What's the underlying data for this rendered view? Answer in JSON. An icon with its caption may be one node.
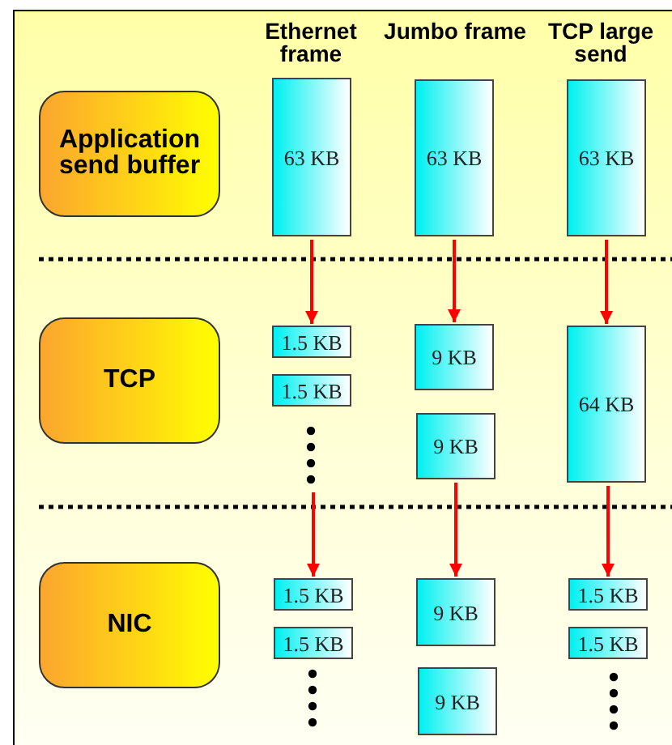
{
  "diagram": {
    "nodes": [
      {
        "text": [
          "Application send buffer"
        ]
      },
      {
        "text": [
          "63 KB"
        ]
      },
      {
        "text": [
          "63 KB"
        ]
      },
      {
        "text": [
          "63 KB"
        ]
      },
      {
        "text": [
          "TCP"
        ]
      },
      {
        "text": [
          "1.5 KB"
        ]
      },
      {
        "text": [
          "1.5 KB"
        ]
      },
      {
        "text": [
          "9 KB"
        ]
      },
      {
        "text": [
          "9 KB"
        ]
      },
      {
        "text": [
          "64 KB"
        ]
      },
      {
        "text": [
          "NIC"
        ]
      },
      {
        "text": [
          "1.5 KB"
        ]
      },
      {
        "text": [
          "1.5 KB"
        ]
      },
      {
        "text": [
          "9 KB"
        ]
      },
      {
        "text": [
          "9 KB"
        ]
      },
      {
        "text": [
          "1.5 KB"
        ]
      },
      {
        "text": [
          "1.5 KB"
        ]
      }
    ],
    "edges": [
      {
        "from": 1,
        "to": 5,
        "arrow": "to",
        "color": "#ff0000"
      },
      {
        "from": 2,
        "to": 7,
        "arrow": "to",
        "color": "#ff0000"
      },
      {
        "from": 3,
        "to": 9,
        "arrow": "to",
        "color": "#ff0000"
      },
      {
        "from": null,
        "to": 11,
        "arrow": "to",
        "color": "#ff0000"
      },
      {
        "from": 8,
        "to": 13,
        "arrow": "to",
        "color": "#ff0000"
      },
      {
        "from": 9,
        "to": 15,
        "arrow": "to",
        "color": "#ff0000"
      }
    ],
    "labels": [
      "Ethernet frame",
      "Jumbo frame",
      "TCP large send"
    ]
  }
}
